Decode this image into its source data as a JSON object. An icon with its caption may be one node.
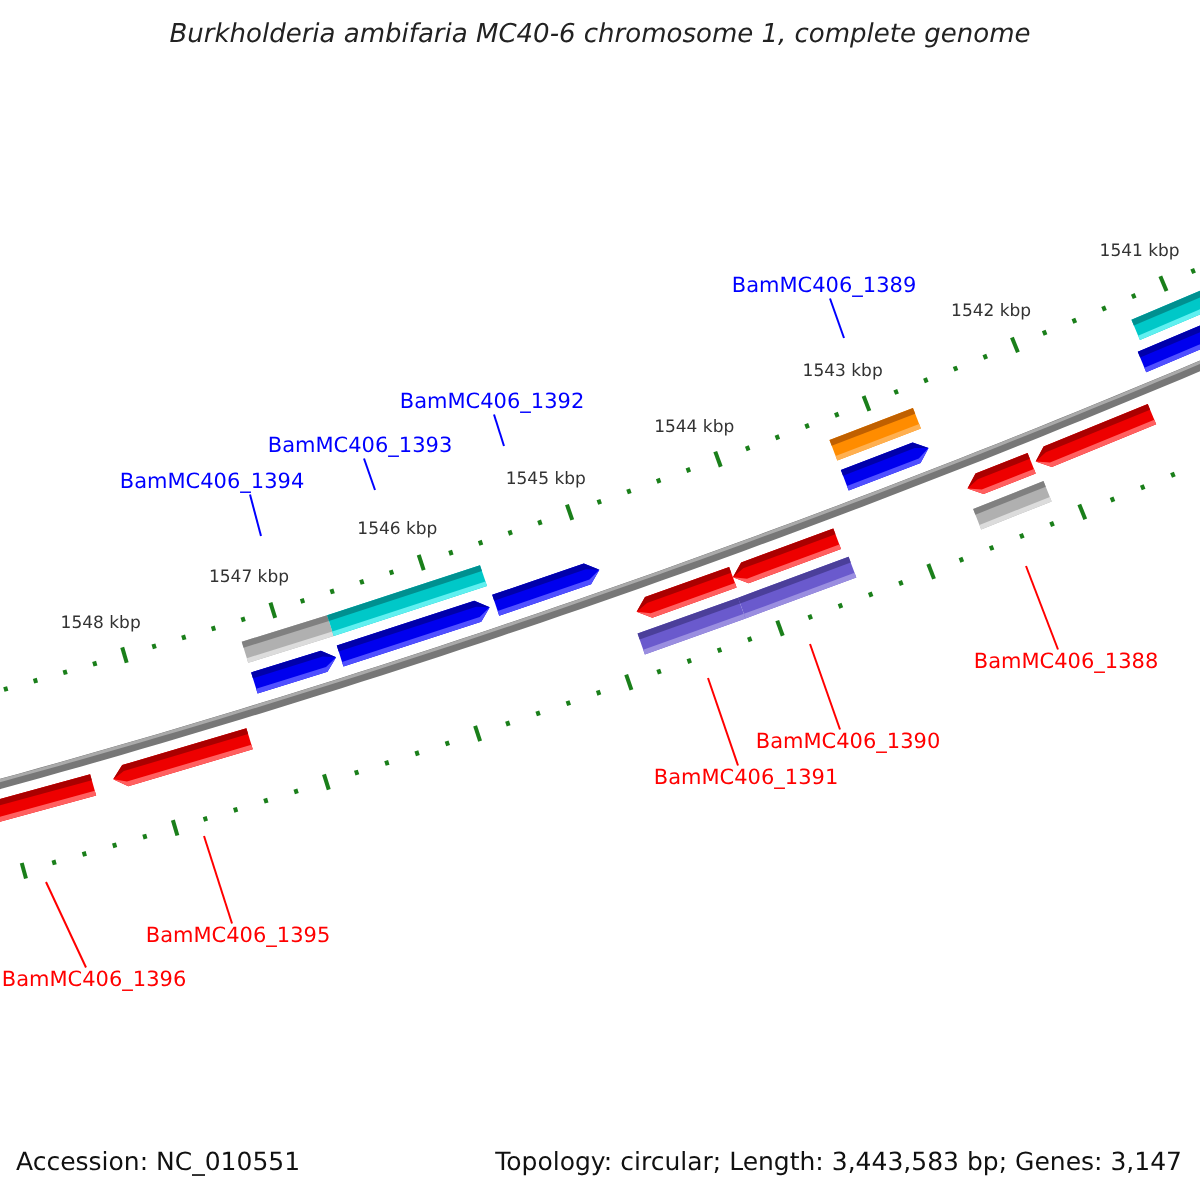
{
  "diagram": {
    "title": "Burkholderia ambifaria MC40-6 chromosome 1, complete genome",
    "nodes": [
      {
        "text": [
          "BamMC406_1394"
        ]
      },
      {
        "text": [
          "BamMC406_1393"
        ]
      },
      {
        "text": [
          "BamMC406_1392"
        ]
      },
      {
        "text": [
          "BamMC406_1389"
        ]
      },
      {
        "text": [
          "BamMC406_1388"
        ]
      },
      {
        "text": [
          "BamMC406_1390"
        ]
      },
      {
        "text": [
          "BamMC406_1391"
        ]
      },
      {
        "text": [
          "BamMC406_1395"
        ]
      },
      {
        "text": [
          "BamMC406_1396"
        ]
      }
    ],
    "edges": [
      {
        "from": 0,
        "to": null,
        "arrow": "none",
        "color": "#0000ff"
      },
      {
        "from": 1,
        "to": null,
        "arrow": "none",
        "color": "#0000ff"
      },
      {
        "from": 2,
        "to": null,
        "arrow": "none",
        "color": "#0000ff"
      },
      {
        "from": 3,
        "to": null,
        "arrow": "none",
        "color": "#0000ff"
      },
      {
        "from": 4,
        "to": null,
        "arrow": "none"
      },
      {
        "from": 5,
        "to": null,
        "arrow": "none"
      },
      {
        "from": 6,
        "to": null,
        "arrow": "none"
      },
      {
        "from": 7,
        "to": null,
        "arrow": "none"
      },
      {
        "from": 8,
        "to": null,
        "arrow": "none"
      }
    ],
    "labels": [
      "1548 kbp",
      "1547 kbp",
      "1546 kbp",
      "1545 kbp",
      "1544 kbp",
      "1543 kbp",
      "1542 kbp",
      "1541 kbp",
      "Accession: NC_010551",
      "Topology: circular; Length: 3,443,583 bp; Genes: 3,147"
    ]
  }
}
